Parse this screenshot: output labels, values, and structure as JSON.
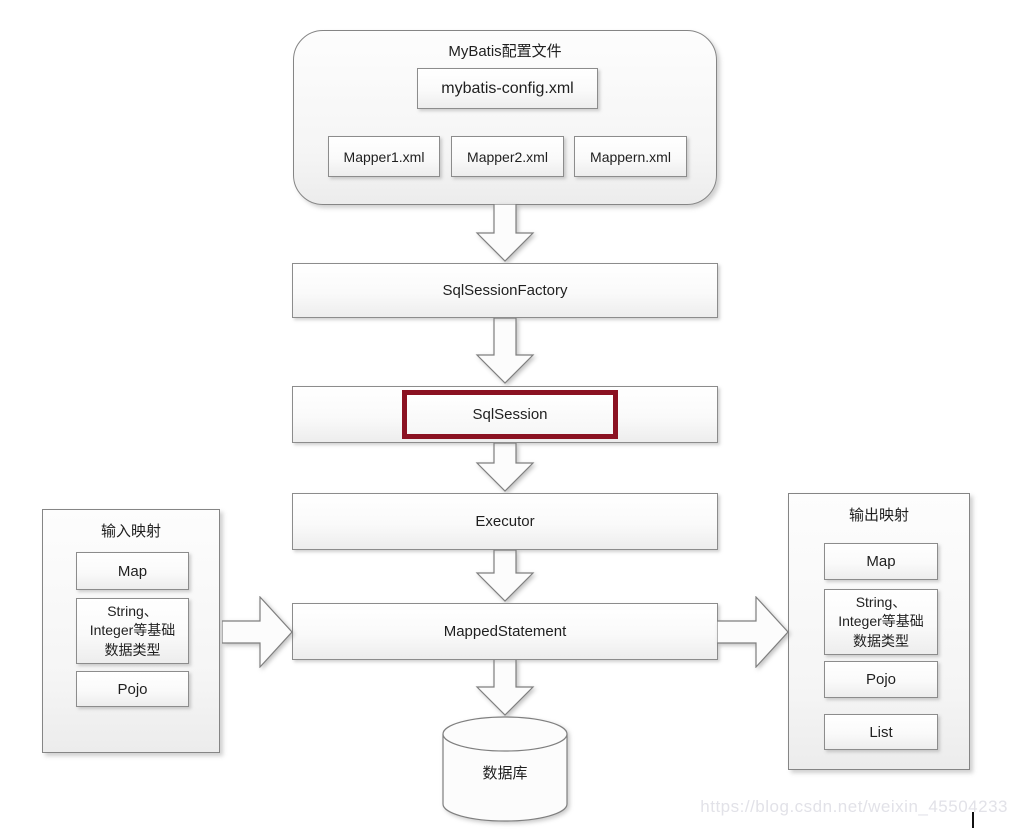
{
  "diagram": {
    "config_group": {
      "title": "MyBatis配置文件",
      "main_file": "mybatis-config.xml",
      "mappers": [
        "Mapper1.xml",
        "Mapper2.xml",
        "Mappern.xml"
      ]
    },
    "nodes": {
      "sql_session_factory": "SqlSessionFactory",
      "sql_session": "SqlSession",
      "executor": "Executor",
      "mapped_statement": "MappedStatement",
      "database": "数据库"
    },
    "input_panel": {
      "title": "输入映射",
      "items": [
        "Map",
        "String、\nInteger等基础\n数据类型",
        "Pojo"
      ]
    },
    "output_panel": {
      "title": "输出映射",
      "items": [
        "Map",
        "String、\nInteger等基础\n数据类型",
        "Pojo",
        "List"
      ]
    },
    "colors": {
      "highlight_border": "#8b1222"
    },
    "watermark": "https://blog.csdn.net/weixin_45504233"
  }
}
